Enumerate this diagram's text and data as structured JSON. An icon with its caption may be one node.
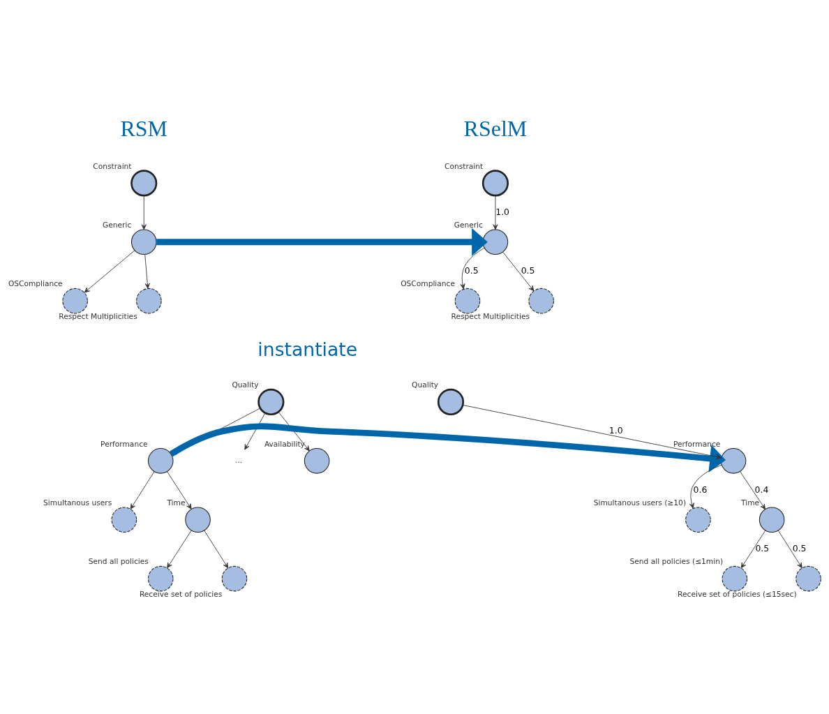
{
  "diagram": {
    "nodes": [
      {
        "text": [
          "Constraint"
        ]
      },
      {
        "text": [
          "Generic"
        ]
      },
      {
        "text": [
          "OSCompliance"
        ]
      },
      {
        "text": [
          "Respect Multiplicities"
        ]
      },
      {
        "text": [
          "Constraint"
        ]
      },
      {
        "text": [
          "Generic"
        ]
      },
      {
        "text": [
          "OSCompliance"
        ]
      },
      {
        "text": [
          "Respect Multiplicities"
        ]
      },
      {
        "text": [
          "Quality"
        ]
      },
      {
        "text": [
          "Performance"
        ]
      },
      {
        "text": [
          "..."
        ]
      },
      {
        "text": [
          "Availability"
        ]
      },
      {
        "text": [
          "Simultanous users"
        ]
      },
      {
        "text": [
          "Time"
        ]
      },
      {
        "text": [
          "Send all policies"
        ]
      },
      {
        "text": [
          "Receive set of policies"
        ]
      },
      {
        "text": [
          "Quality"
        ]
      },
      {
        "text": [
          "Performance"
        ]
      },
      {
        "text": [
          "Simultanous users (≥10)"
        ]
      },
      {
        "text": [
          "Time"
        ]
      },
      {
        "text": [
          "Send all policies (≤1min)"
        ]
      },
      {
        "text": [
          "Receive set of policies (≤15sec)"
        ]
      }
    ],
    "edges": [
      {
        "from": 0,
        "to": 1,
        "arrow": "to"
      },
      {
        "from": 1,
        "to": 2,
        "arrow": "to"
      },
      {
        "from": 1,
        "to": 3,
        "arrow": "to"
      },
      {
        "from": 4,
        "to": 5,
        "arrow": "to",
        "label": "1.0"
      },
      {
        "from": 5,
        "to": 6,
        "arrow": "to",
        "label": "0.5"
      },
      {
        "from": 5,
        "to": 7,
        "arrow": "to",
        "label": "0.5"
      },
      {
        "from": 8,
        "to": 9,
        "arrow": "to"
      },
      {
        "from": 8,
        "to": 10,
        "arrow": "to"
      },
      {
        "from": 8,
        "to": 11,
        "arrow": "to"
      },
      {
        "from": 9,
        "to": 12,
        "arrow": "to"
      },
      {
        "from": 9,
        "to": 13,
        "arrow": "to"
      },
      {
        "from": 13,
        "to": 14,
        "arrow": "to"
      },
      {
        "from": 13,
        "to": 15,
        "arrow": "to"
      },
      {
        "from": 16,
        "to": 17,
        "arrow": "to",
        "label": "1.0"
      },
      {
        "from": 17,
        "to": 18,
        "arrow": "to",
        "label": "0.6"
      },
      {
        "from": 17,
        "to": 19,
        "arrow": "to",
        "label": "0.4"
      },
      {
        "from": 19,
        "to": 20,
        "arrow": "to",
        "label": "0.5"
      },
      {
        "from": 19,
        "to": 21,
        "arrow": "to",
        "label": "0.5"
      },
      {
        "from": 1,
        "to": 5,
        "arrow": "to",
        "style": "thick",
        "color": "#0066aa"
      },
      {
        "from": 9,
        "to": 17,
        "arrow": "to",
        "style": "thick",
        "color": "#0066aa"
      }
    ],
    "labels": [
      "RSM",
      "RSelM",
      "instantiate"
    ]
  }
}
